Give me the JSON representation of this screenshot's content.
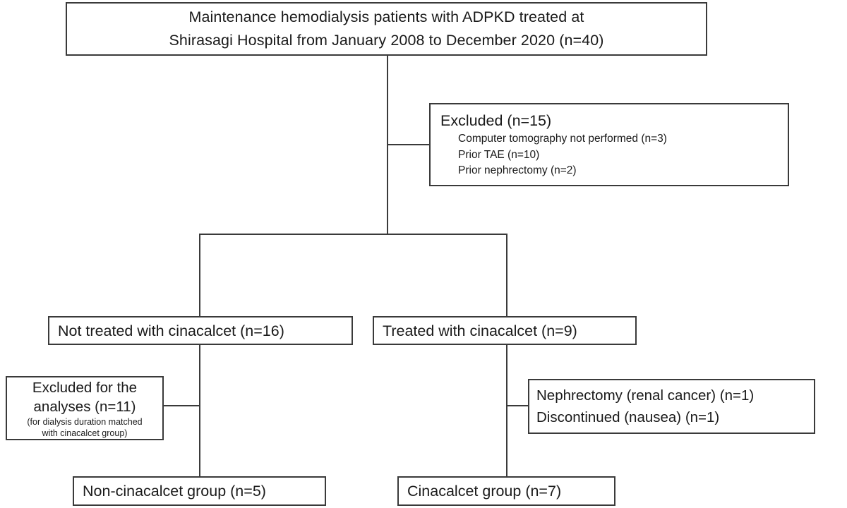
{
  "figure": {
    "type": "flowchart",
    "description": "Patient selection flow diagram (CONSORT-style)"
  },
  "nodes": {
    "enrollment": {
      "line1": "Maintenance hemodialysis patients with ADPKD treated at",
      "line2": "Shirasagi Hospital from January 2008 to December 2020 (n=40)",
      "n": 40
    },
    "excluded": {
      "header": "Excluded (n=15)",
      "n": 15,
      "reasons": [
        "Computer tomography not performed (n=3)",
        "Prior TAE (n=10)",
        "Prior nephrectomy (n=2)"
      ]
    },
    "not_treated": {
      "label": "Not treated with cinacalcet (n=16)",
      "n": 16
    },
    "treated": {
      "label": "Treated with cinacalcet (n=9)",
      "n": 9
    },
    "excluded_analyses": {
      "line1": "Excluded for the",
      "line2": "analyses (n=11)",
      "note1": "(for dialysis duration matched",
      "note2": "with cinacalcet group)",
      "n": 11
    },
    "treated_exclusions": {
      "line1": "Nephrectomy (renal cancer) (n=1)",
      "line2": "Discontinued (nausea) (n=1)"
    },
    "non_cinacalcet_group": {
      "label": "Non-cinacalcet group (n=5)",
      "n": 5
    },
    "cinacalcet_group": {
      "label": "Cinacalcet group (n=7)",
      "n": 7
    }
  },
  "colors": {
    "stroke": "#3a3a3a",
    "text": "#1a1a1a",
    "background": "#ffffff"
  }
}
